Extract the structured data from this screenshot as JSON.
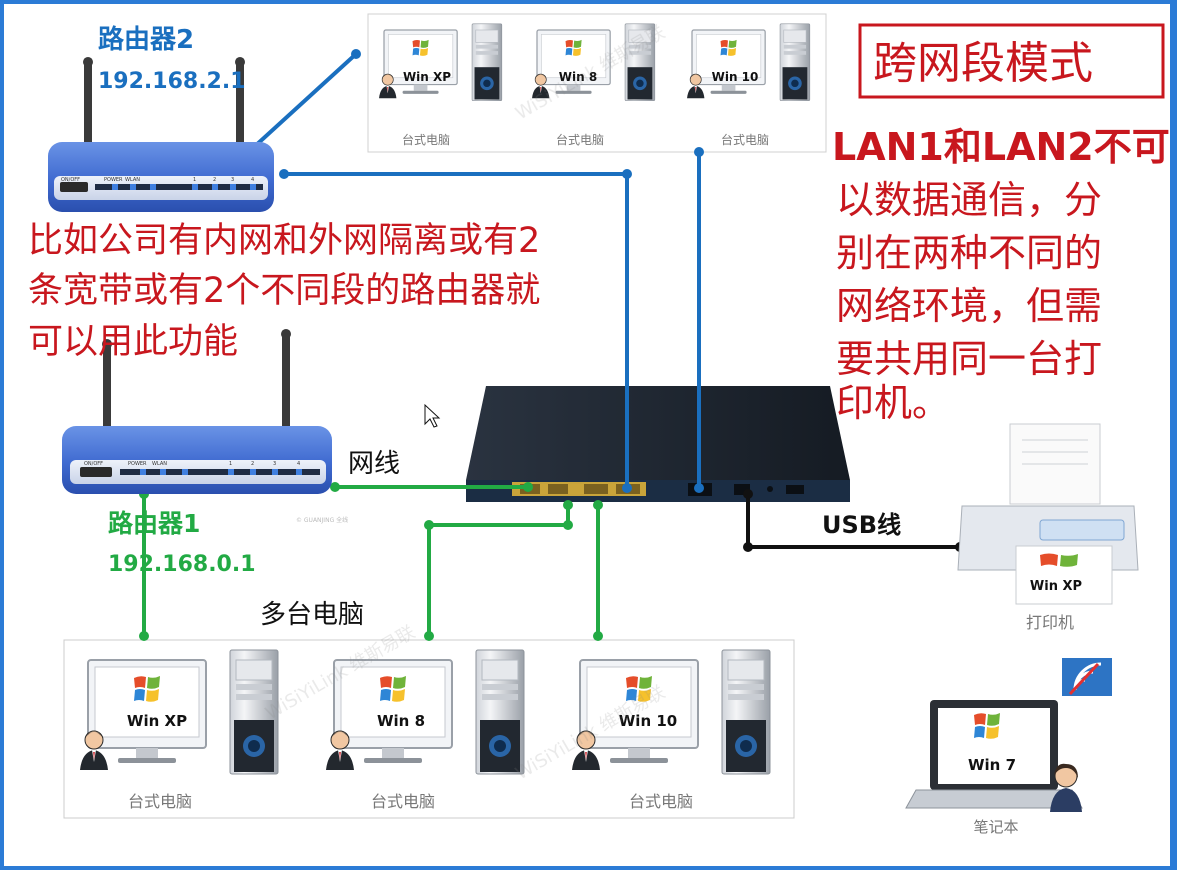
{
  "title": "跨网段模式",
  "router2": {
    "name": "路由器2",
    "ip": "192.168.2.1",
    "ports": [
      "ON/OFF",
      "POWER",
      "WLAN",
      "1",
      "2",
      "3",
      "4"
    ]
  },
  "router1": {
    "name": "路由器1",
    "ip": "192.168.0.1",
    "ports": [
      "ON/OFF",
      "POWER",
      "WLAN",
      "1",
      "2",
      "3",
      "4"
    ],
    "brand": "© GUANJING 全线"
  },
  "description_left": [
    "比如公司有内网和外网隔离或有2",
    "条宽带或有2个不同段的路由器就",
    "可以用此功能"
  ],
  "description_right": [
    "LAN1和LAN2不可",
    "以数据通信，分",
    "别在两种不同的",
    "网络环境，但需",
    "要共用同一台打",
    "印机。"
  ],
  "cable_label": "网线",
  "usb_label": "USB线",
  "multi_pc_label": "多台电脑",
  "top_pcs": [
    {
      "os": "Win XP",
      "caption": "台式电脑"
    },
    {
      "os": "Win 8",
      "caption": "台式电脑"
    },
    {
      "os": "Win 10",
      "caption": "台式电脑"
    }
  ],
  "bottom_pcs": [
    {
      "os": "Win XP",
      "caption": "台式电脑"
    },
    {
      "os": "Win 8",
      "caption": "台式电脑"
    },
    {
      "os": "Win 10",
      "caption": "台式电脑"
    }
  ],
  "printer": {
    "os": "Win XP",
    "caption": "打印机"
  },
  "laptop": {
    "os": "Win 7",
    "caption": "笔记本"
  },
  "watermark": "WiSiYiLink 维斯易联",
  "colors": {
    "border": "#2b7bd6",
    "red": "#c8171e",
    "blue_line": "#1a6fbf",
    "green_line": "#22aa44",
    "black_line": "#111111",
    "router_body": "#4f7fd9"
  }
}
